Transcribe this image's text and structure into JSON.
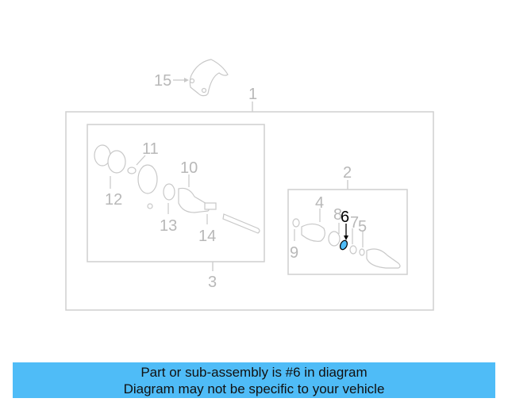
{
  "diagram": {
    "highlighted_part": "6",
    "colors": {
      "line": "#cfcfcf",
      "callout_text": "#b8b8b8",
      "highlight_fill": "#4fbcf7",
      "highlight_label": "#000000",
      "caption_bg": "#4fbcf7"
    },
    "callouts": [
      {
        "id": "1",
        "label": "1"
      },
      {
        "id": "2",
        "label": "2"
      },
      {
        "id": "3",
        "label": "3"
      },
      {
        "id": "4",
        "label": "4"
      },
      {
        "id": "5",
        "label": "5"
      },
      {
        "id": "6",
        "label": "6"
      },
      {
        "id": "7",
        "label": "7"
      },
      {
        "id": "8",
        "label": "8"
      },
      {
        "id": "9",
        "label": "9"
      },
      {
        "id": "10",
        "label": "10"
      },
      {
        "id": "11",
        "label": "11"
      },
      {
        "id": "12",
        "label": "12"
      },
      {
        "id": "13",
        "label": "13"
      },
      {
        "id": "14",
        "label": "14"
      },
      {
        "id": "15",
        "label": "15"
      }
    ]
  },
  "caption": {
    "line1": "Part or sub-assembly is #6 in diagram",
    "line2": "Diagram may not be specific to your vehicle"
  }
}
